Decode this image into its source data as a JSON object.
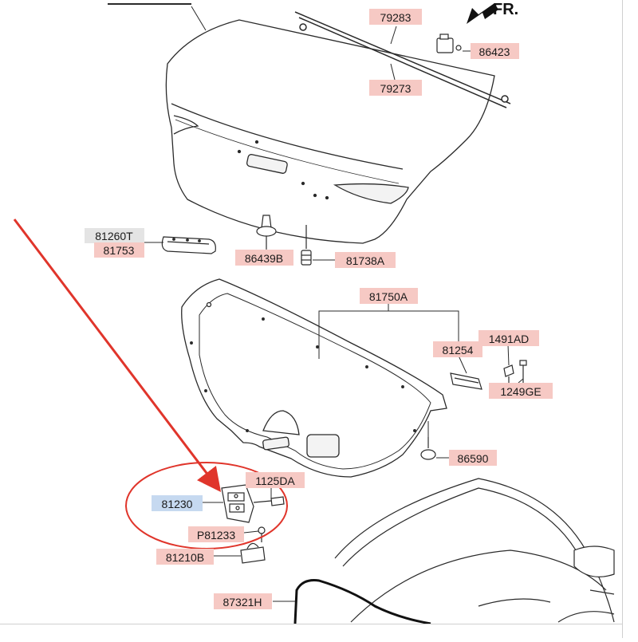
{
  "direction_label": "FR.",
  "colors": {
    "label_bg": "#f6c9c4",
    "highlight_bg": "#c6d9f0",
    "gray_bg": "#e4e4e4",
    "arrow": "#e0352b",
    "line": "#2a2a2a"
  },
  "callouts": [
    {
      "id": "79283",
      "text": "79283"
    },
    {
      "id": "86423",
      "text": "86423"
    },
    {
      "id": "79273",
      "text": "79273"
    },
    {
      "id": "81260T",
      "text": "81260T"
    },
    {
      "id": "81753",
      "text": "81753"
    },
    {
      "id": "86439B",
      "text": "86439B"
    },
    {
      "id": "81738A",
      "text": "81738A"
    },
    {
      "id": "81750A",
      "text": "81750A"
    },
    {
      "id": "81254",
      "text": "81254"
    },
    {
      "id": "1491AD",
      "text": "1491AD"
    },
    {
      "id": "1249GE",
      "text": "1249GE"
    },
    {
      "id": "86590",
      "text": "86590"
    },
    {
      "id": "1125DA",
      "text": "1125DA"
    },
    {
      "id": "81230",
      "text": "81230"
    },
    {
      "id": "P81233",
      "text": "P81233"
    },
    {
      "id": "81210B",
      "text": "81210B"
    },
    {
      "id": "87321H",
      "text": "87321H"
    }
  ]
}
